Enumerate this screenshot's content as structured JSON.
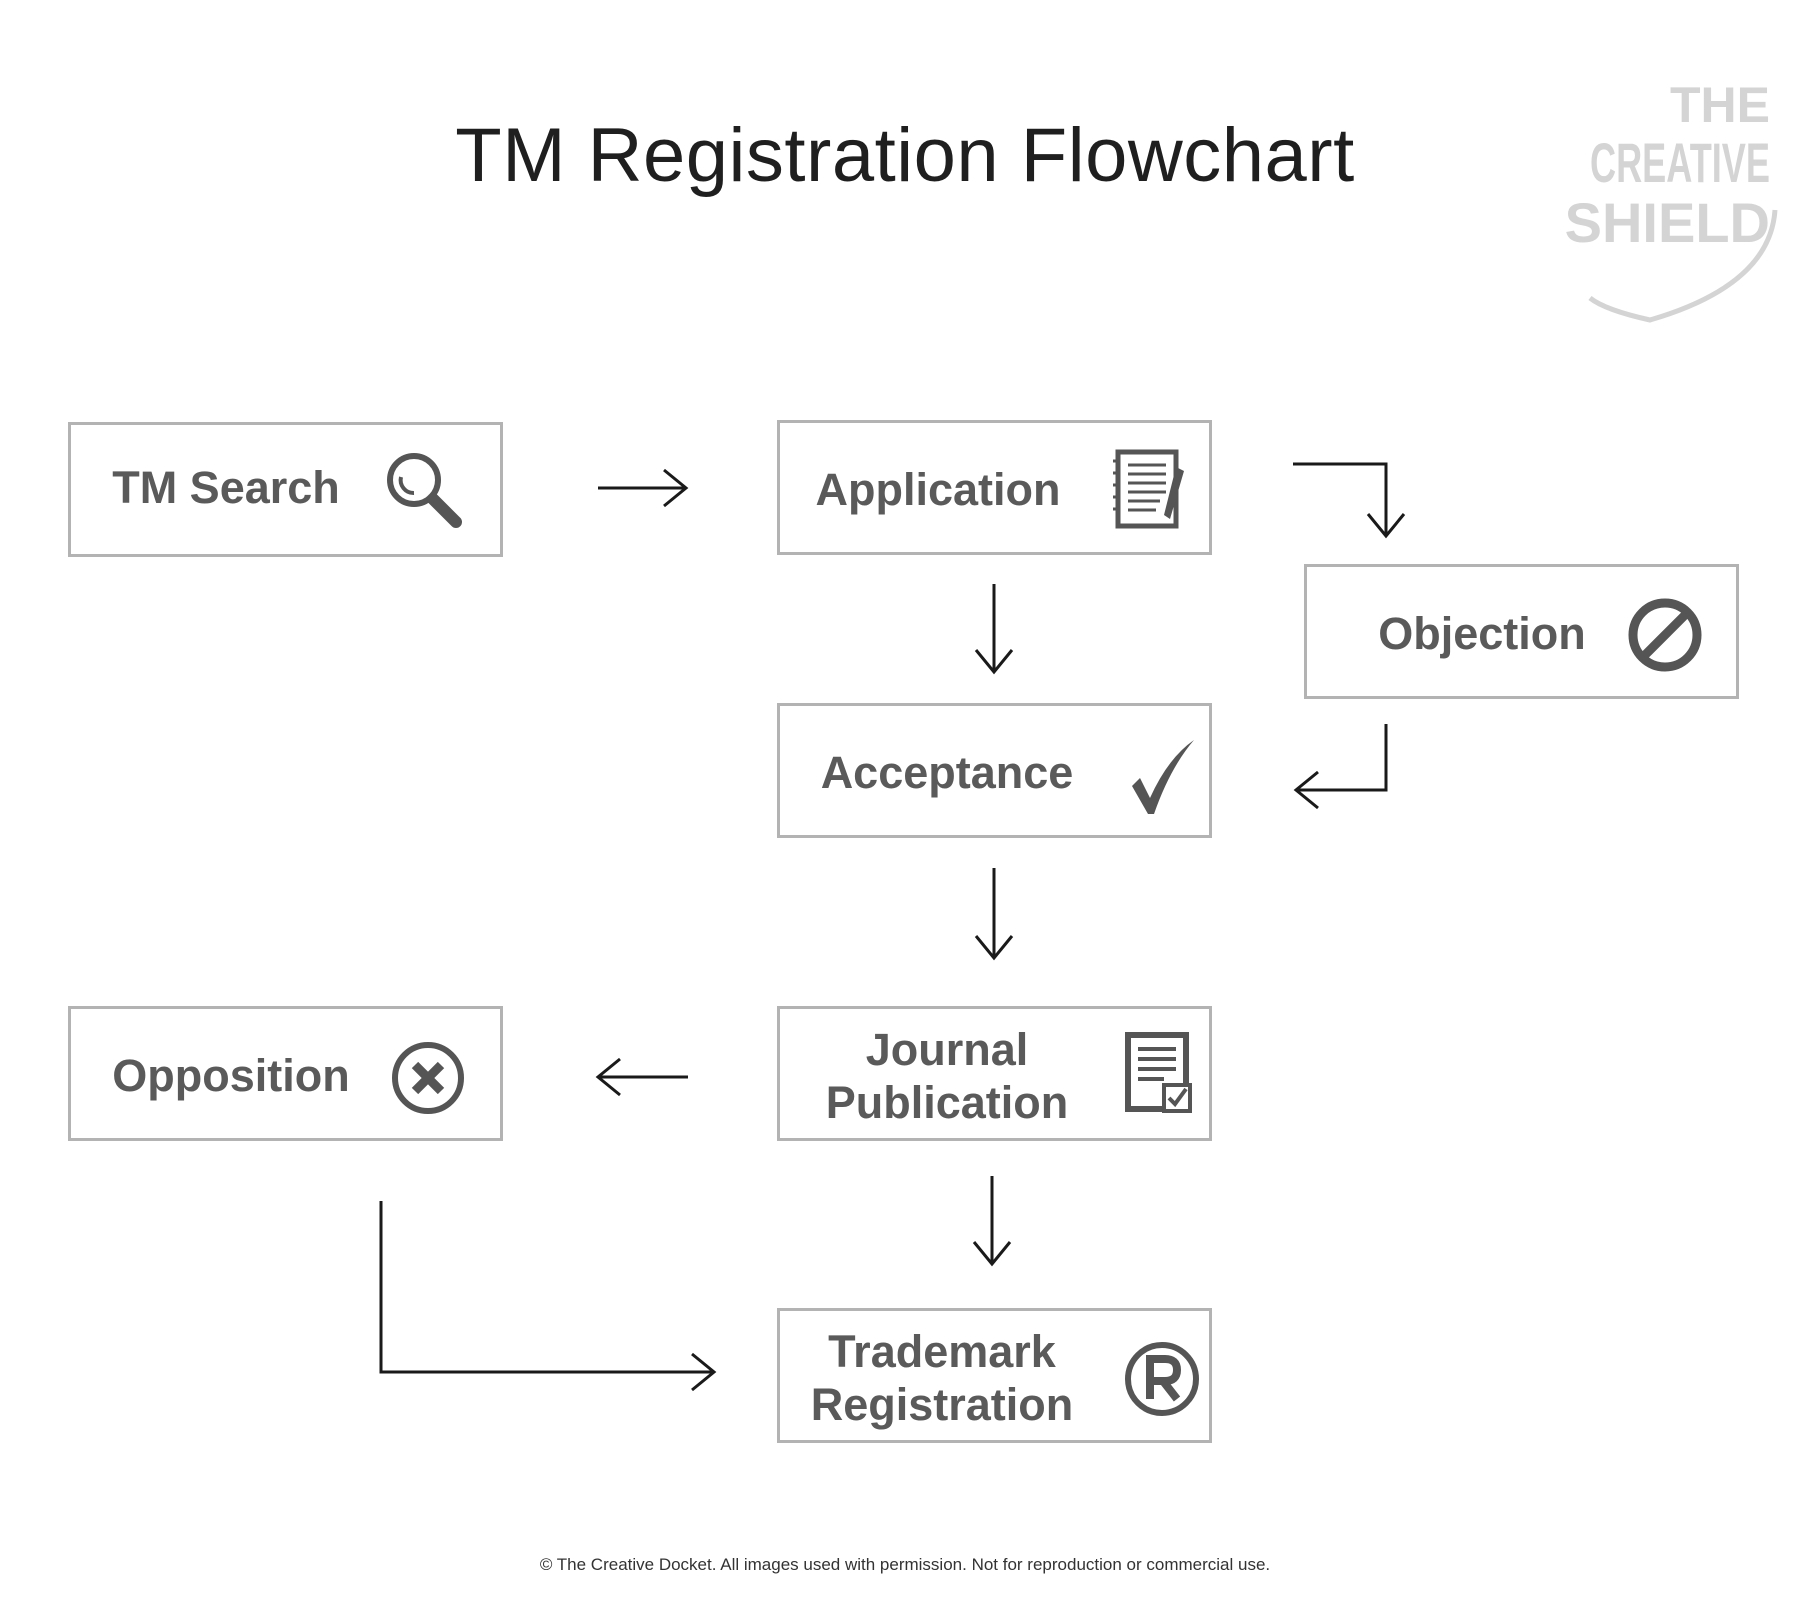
{
  "title": "TM Registration Flowchart",
  "logo": {
    "text_line1": "THE",
    "text_line2": "CREATIVE",
    "text_line3": "SHIELD"
  },
  "nodes": {
    "search": {
      "label": "TM Search",
      "icon": "magnifier-icon"
    },
    "application": {
      "label": "Application",
      "icon": "notepad-icon"
    },
    "objection": {
      "label": "Objection",
      "icon": "prohibited-icon"
    },
    "acceptance": {
      "label": "Acceptance",
      "icon": "checkmark-icon"
    },
    "journal": {
      "label": "Journal\nPublication",
      "icon": "document-check-icon"
    },
    "opposition": {
      "label": "Opposition",
      "icon": "circle-x-icon"
    },
    "registration": {
      "label": "Trademark\nRegistration",
      "icon": "registered-icon"
    }
  },
  "edges": [
    {
      "from": "search",
      "to": "application"
    },
    {
      "from": "application",
      "to": "acceptance"
    },
    {
      "from": "application",
      "to": "objection"
    },
    {
      "from": "objection",
      "to": "acceptance"
    },
    {
      "from": "acceptance",
      "to": "journal"
    },
    {
      "from": "journal",
      "to": "opposition"
    },
    {
      "from": "journal",
      "to": "registration"
    },
    {
      "from": "opposition",
      "to": "registration"
    }
  ],
  "footer": "© The Creative Docket. All images used with permission. Not for reproduction or commercial use.",
  "colors": {
    "box_border": "#b3b3b3",
    "label": "#5a5a5a",
    "icon": "#555555",
    "arrow": "#1a1a1a",
    "logo": "#d4d4d4"
  }
}
